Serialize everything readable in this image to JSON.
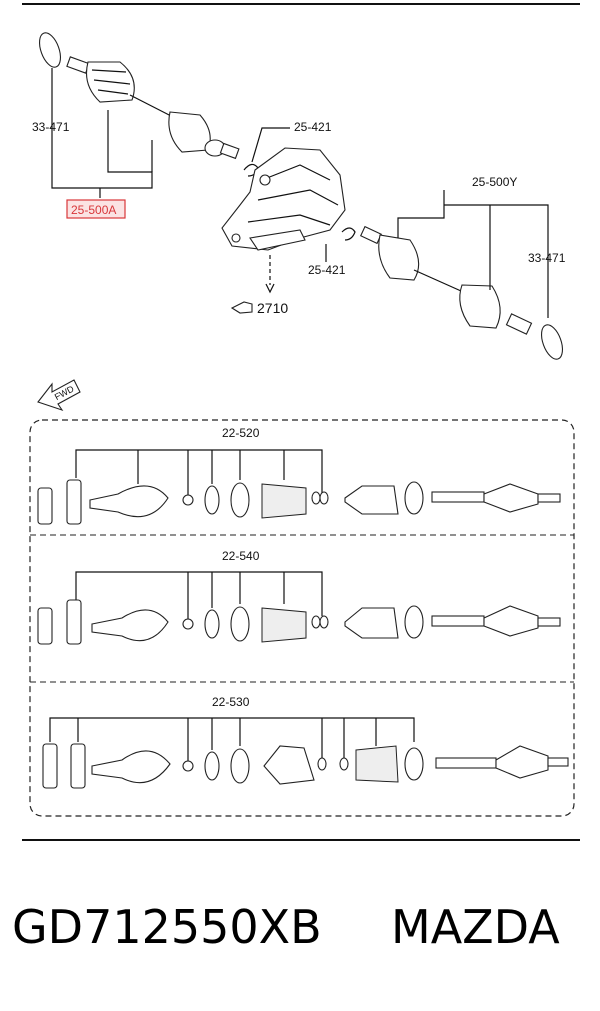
{
  "diagram": {
    "labels": {
      "l_33471_left": "33-471",
      "l_25500A": "25-500A",
      "l_25421_top": "25-421",
      "l_25500Y": "25-500Y",
      "l_25421_bottom": "25-421",
      "l_33471_right": "33-471",
      "l_2710": "2710",
      "l_fwd": "FWD",
      "l_22520": "22-520",
      "l_22540": "22-540",
      "l_22530": "22-530"
    },
    "highlight_color": "#d8373a"
  },
  "caption": {
    "part_number": "GD712550XB",
    "brand": "MAZDA"
  }
}
